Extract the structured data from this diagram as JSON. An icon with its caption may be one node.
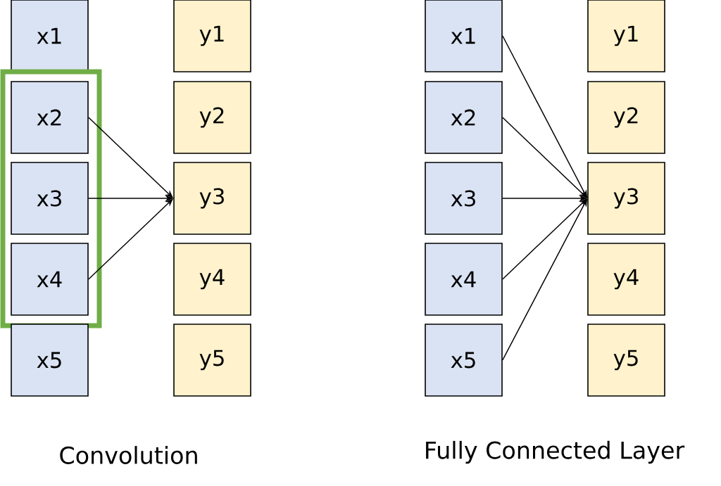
{
  "diagram": {
    "nodes": [
      {
        "text": [
          "x1"
        ]
      },
      {
        "text": [],
        "shape": "box"
      },
      {
        "text": [
          "x2"
        ],
        "in": 1
      },
      {
        "text": [
          "x3"
        ],
        "in": 1
      },
      {
        "text": [
          "x4"
        ],
        "in": 1
      },
      {
        "text": [
          "x5"
        ]
      },
      {
        "text": [
          "y1"
        ]
      },
      {
        "text": [
          "y2"
        ]
      },
      {
        "text": [
          "y3"
        ]
      },
      {
        "text": [
          "y4"
        ]
      },
      {
        "text": [
          "y5"
        ]
      },
      {
        "text": [
          "x1"
        ]
      },
      {
        "text": [
          "x2"
        ]
      },
      {
        "text": [
          "x3"
        ]
      },
      {
        "text": [
          "x4"
        ]
      },
      {
        "text": [
          "x5"
        ]
      },
      {
        "text": [
          "y1"
        ]
      },
      {
        "text": [
          "y2"
        ]
      },
      {
        "text": [
          "y3"
        ]
      },
      {
        "text": [
          "y4"
        ]
      },
      {
        "text": [
          "y5"
        ]
      }
    ],
    "edges": [
      {
        "from": 2,
        "to": 8,
        "arrow": "to"
      },
      {
        "from": 3,
        "to": 8,
        "arrow": "to"
      },
      {
        "from": 4,
        "to": 8,
        "arrow": "to"
      },
      {
        "from": 11,
        "to": 18,
        "arrow": "to"
      },
      {
        "from": 12,
        "to": 18,
        "arrow": "to"
      },
      {
        "from": 13,
        "to": 18,
        "arrow": "to"
      },
      {
        "from": 14,
        "to": 18,
        "arrow": "to"
      },
      {
        "from": 15,
        "to": 18,
        "arrow": "to"
      }
    ],
    "labels": [
      "Convolution",
      "Fully Connected Layer"
    ]
  }
}
